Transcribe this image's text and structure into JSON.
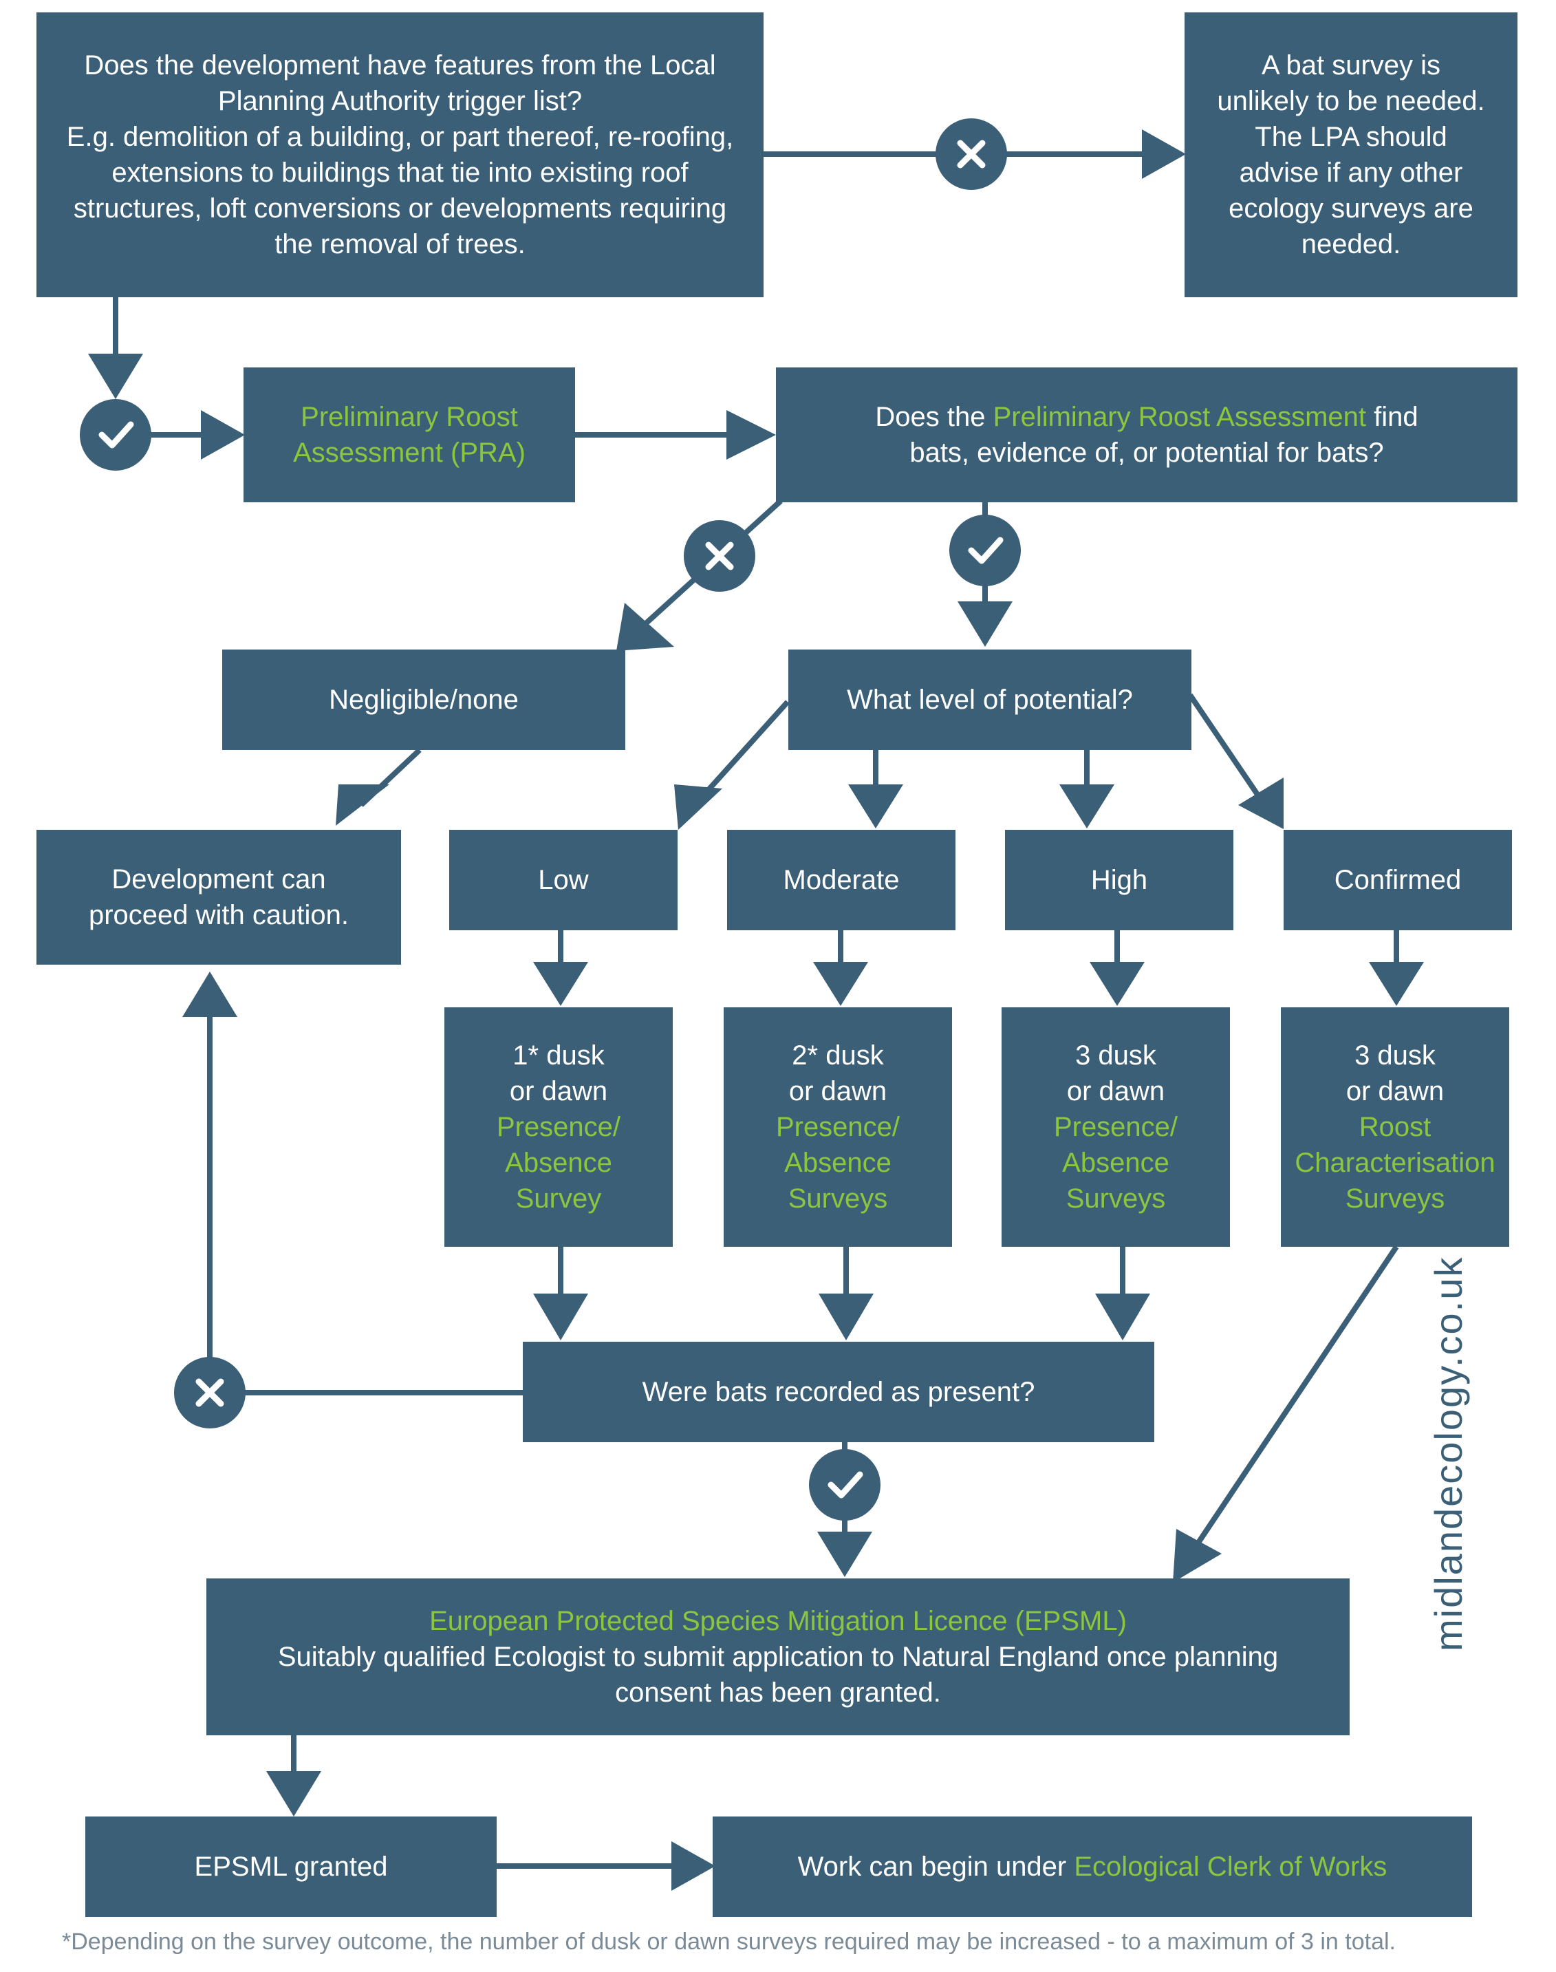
{
  "boxes": {
    "trigger_question": "Does the development have features from the Local Planning Authority trigger list?",
    "trigger_examples": "E.g. demolition of a building, or part thereof, re-roofing, extensions to buildings that tie into existing roof structures, loft conversions or developments requiring the removal of trees.",
    "survey_unlikely": "A bat survey is unlikely to be needed. The LPA should advise if any other ecology surveys are needed.",
    "pra": "Preliminary Roost Assessment (PRA)",
    "pra_question_pre": "Does the",
    "pra_question_green": "Preliminary Roost Assessment",
    "pra_question_post": "find bats, evidence of, or potential for bats?",
    "negligible": "Negligible/none",
    "potential_question": "What level of potential?",
    "proceed": "Development can proceed with caution.",
    "low": "Low",
    "moderate": "Moderate",
    "high": "High",
    "confirmed": "Confirmed",
    "survey_low_count": "1* dusk",
    "survey_low_mode": "or dawn",
    "survey_low_type": "Presence/ Absence Survey",
    "survey_mod_count": "2* dusk",
    "survey_mod_mode": "or dawn",
    "survey_mod_type": "Presence/ Absence Surveys",
    "survey_high_count": "3 dusk",
    "survey_high_mode": "or dawn",
    "survey_high_type": "Presence/ Absence Surveys",
    "survey_conf_count": "3 dusk",
    "survey_conf_mode": "or dawn",
    "survey_conf_type": "Roost Characterisation Surveys",
    "bats_question": "Were bats recorded as present?",
    "epsml_title": "European Protected Species Mitigation Licence (EPSML)",
    "epsml_body": "Suitably qualified Ecologist to submit application to Natural England once planning consent has been granted.",
    "epsml_granted": "EPSML granted",
    "work_begin_pre": "Work can begin under",
    "work_begin_green": "Ecological Clerk of Works"
  },
  "watermark": "midlandecology.co.uk",
  "footnote": "*Depending on the survey outcome, the number of dusk or dawn surveys required may be increased - to a maximum of 3 in total.",
  "colors": {
    "box": "#3c5f78",
    "text": "#ffffff",
    "highlight": "#8cc63f",
    "footnote": "#7a8a96"
  },
  "icons": {
    "yes": "check-circle-icon",
    "no": "cross-circle-icon"
  }
}
